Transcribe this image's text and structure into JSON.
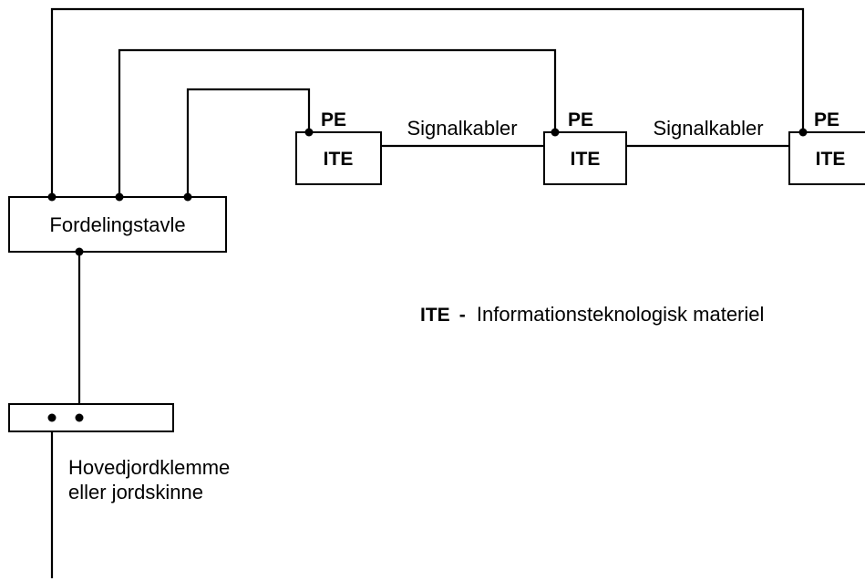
{
  "diagram": {
    "distribution_board": {
      "label": "Fordelingstavle"
    },
    "equipment": [
      {
        "label": "ITE",
        "pe_label": "PE"
      },
      {
        "label": "ITE",
        "pe_label": "PE"
      },
      {
        "label": "ITE",
        "pe_label": "PE"
      }
    ],
    "signal_cables": [
      {
        "label": "Signalkabler"
      },
      {
        "label": "Signalkabler"
      }
    ],
    "main_earth": {
      "label_line1": "Hovedjordklemme",
      "label_line2": "eller jordskinne"
    },
    "legend": {
      "abbreviation": "ITE",
      "separator": "-",
      "description": "Informationsteknologisk materiel"
    }
  }
}
